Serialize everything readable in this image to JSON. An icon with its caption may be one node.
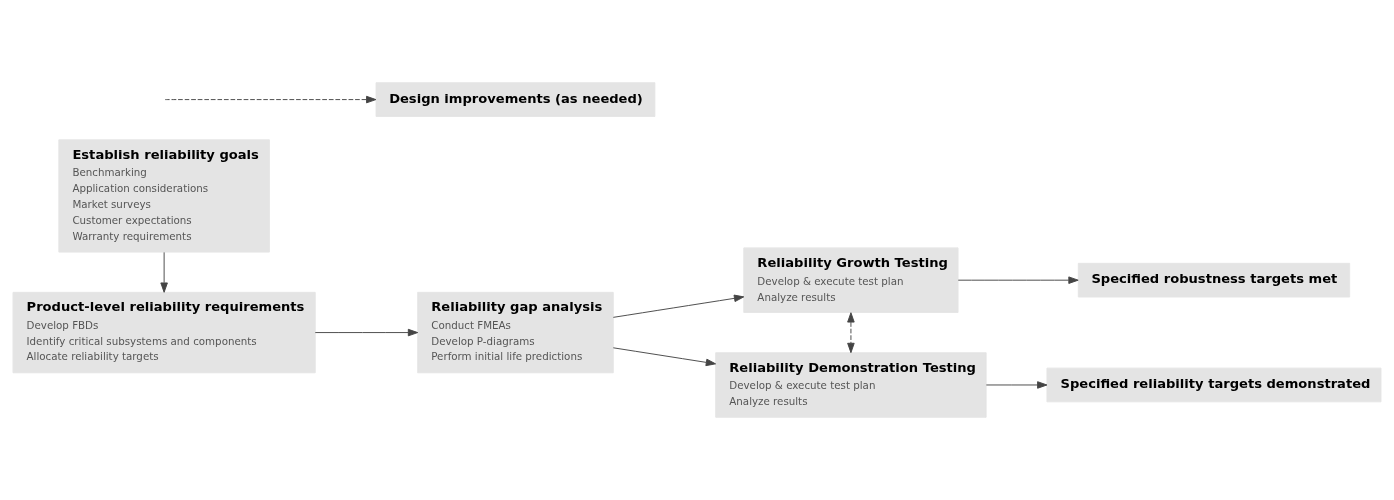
{
  "diagram": {
    "nodes": [
      {
        "text": [
          "Establish reliability goals",
          "Benchmarking",
          "Application considerations",
          "Market surveys",
          "Customer expectations",
          "Warranty requirements"
        ]
      },
      {
        "text": [
          "Product-level reliability requirements",
          "Develop FBDs",
          "Identify critical subsystems and components",
          "Allocate reliability targets"
        ]
      },
      {
        "text": [
          "Reliability gap analysis",
          "Conduct FMEAs",
          "Develop P-diagrams",
          "Perform initial life predictions"
        ]
      },
      {
        "text": [
          "Reliability Growth Testing",
          "Develop & execute test plan",
          "Analyze results"
        ]
      },
      {
        "text": [
          "Specified robustness targets met"
        ]
      },
      {
        "text": [
          "Design improvements (as needed)"
        ]
      },
      {
        "text": [
          "Reliability Demonstration Testing",
          "Develop & execute test plan",
          "Analyze results"
        ]
      },
      {
        "text": [
          "Specified reliability targets demonstrated"
        ]
      }
    ],
    "edges": [
      {
        "from": 0,
        "to": 1,
        "arrow": "to"
      },
      {
        "from": 1,
        "to": 2,
        "arrow": "to"
      },
      {
        "from": 2,
        "to": 3,
        "arrow": "to"
      },
      {
        "from": 2,
        "to": 6,
        "arrow": "to"
      },
      {
        "from": 3,
        "to": 4,
        "arrow": "to"
      },
      {
        "from": 3,
        "to": 6,
        "arrow": "both",
        "style": "dashed"
      },
      {
        "from": null,
        "to": 5,
        "arrow": "to",
        "style": "dashed"
      },
      {
        "from": 6,
        "to": 7,
        "arrow": "to"
      }
    ]
  }
}
